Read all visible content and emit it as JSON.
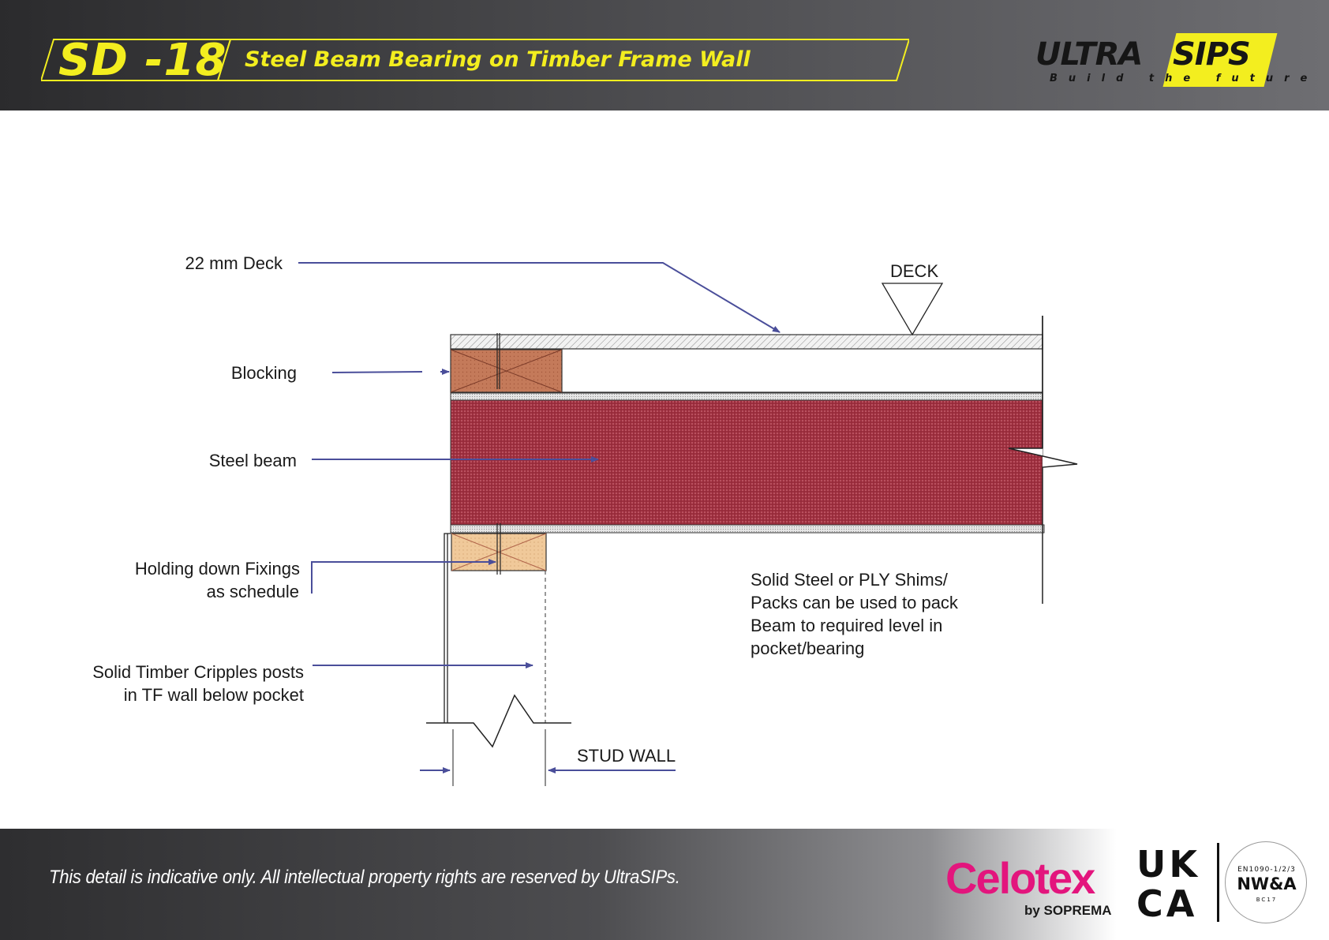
{
  "header": {
    "code": "SD -18",
    "title": "Steel Beam Bearing on Timber Frame Wall"
  },
  "logo": {
    "brand_left": "ULTRA",
    "brand_right": "SIPS",
    "tagline": "Build the future",
    "accent_color": "#f3ee1f"
  },
  "diagram": {
    "labels": {
      "deck_thickness": "22 mm Deck",
      "blocking": "Blocking",
      "steel_beam": "Steel beam",
      "fixings_line1": "Holding down Fixings",
      "fixings_line2": "as schedule",
      "cripples_line1": "Solid Timber Cripples posts",
      "cripples_line2": "in TF wall below pocket",
      "deck_level": "DECK",
      "stud_wall": "STUD WALL",
      "note_line1": "Solid Steel or PLY Shims/",
      "note_line2": "Packs can be used to pack",
      "note_line3": "Beam to required level in",
      "note_line4": "pocket/bearing"
    },
    "colors": {
      "beam": "#9e2f3f",
      "blocking": "#c47a5a",
      "timber_packer": "#f0c99a",
      "leader": "#4a4e9a"
    }
  },
  "footer": {
    "disclaimer": "This detail is indicative only. All intellectual property rights are reserved by UltraSIPs.",
    "partner_logo": "Celotex",
    "partner_sub": "by SOPREMA",
    "ukca_line1": "UK",
    "ukca_line2": "CA",
    "cert_top": "EN1090-1/2/3",
    "cert_mid": "NW&A",
    "cert_bot": "BC17"
  }
}
